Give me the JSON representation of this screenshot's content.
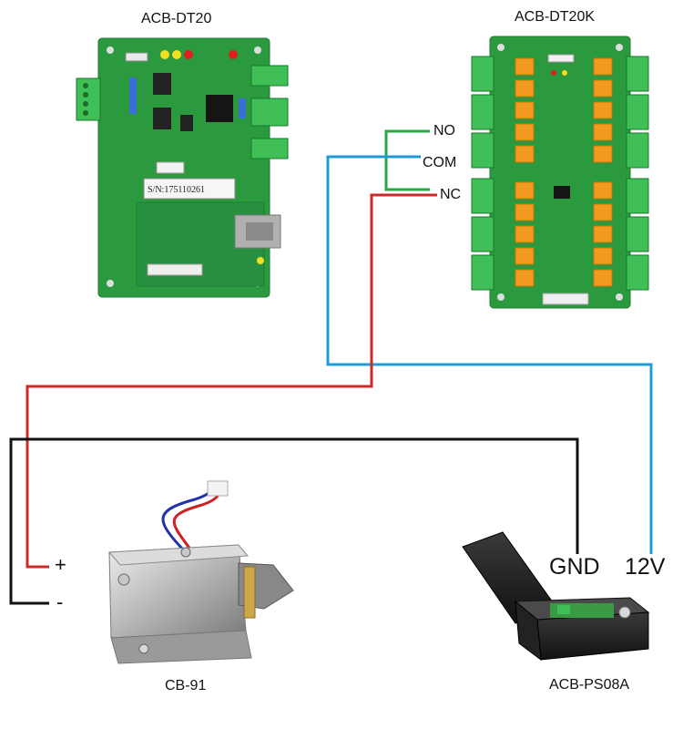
{
  "devices": {
    "controller": {
      "name": "ACB-DT20",
      "serial": "S/N:175110261"
    },
    "relay_board": {
      "name": "ACB-DT20K"
    },
    "lock": {
      "name": "CB-91"
    },
    "power_supply": {
      "name": "ACB-PS08A"
    }
  },
  "relay_terminals": {
    "no": "NO",
    "com": "COM",
    "nc": "NC"
  },
  "lock_terminals": {
    "plus": "+",
    "minus": "-"
  },
  "psu_terminals": {
    "gnd": "GND",
    "v12": "12V"
  },
  "colors": {
    "no_wire": "#2aa64a",
    "com_wire": "#1e9bd7",
    "nc_wire": "#cc2a2a",
    "gnd_wire": "#111111",
    "pcb": "#2b9a3e",
    "relay": "#f39a1f"
  }
}
